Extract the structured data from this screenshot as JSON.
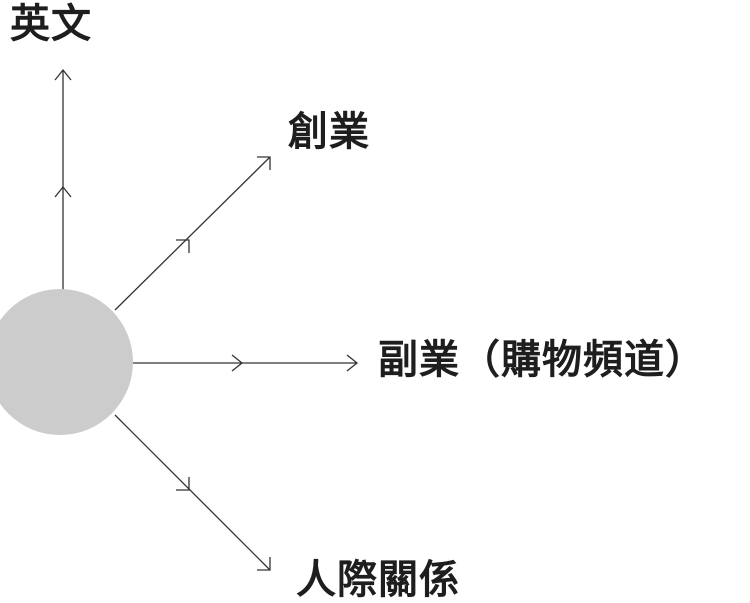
{
  "branches": [
    {
      "id": "english",
      "label": "英文"
    },
    {
      "id": "startup",
      "label": "創業"
    },
    {
      "id": "side-job",
      "label": "副業（購物頻道）"
    },
    {
      "id": "relations",
      "label": "人際關係"
    }
  ],
  "colors": {
    "hub_fill": "#cccccc",
    "line": "#333333",
    "text": "#1e1e1e",
    "background": "#ffffff"
  }
}
